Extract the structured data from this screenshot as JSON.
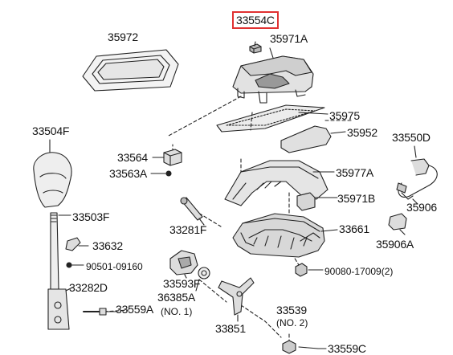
{
  "highlight_color": "#e03131",
  "parts": [
    {
      "id": "p1",
      "label": "33554C",
      "highlighted": true
    },
    {
      "id": "p2",
      "label": "35972"
    },
    {
      "id": "p3",
      "label": "35971A"
    },
    {
      "id": "p4",
      "label": "35975"
    },
    {
      "id": "p5",
      "label": "33504F"
    },
    {
      "id": "p6",
      "label": "35952"
    },
    {
      "id": "p7",
      "label": "33550D"
    },
    {
      "id": "p8",
      "label": "33564"
    },
    {
      "id": "p9",
      "label": "33563A"
    },
    {
      "id": "p10",
      "label": "35977A"
    },
    {
      "id": "p11",
      "label": "35971B"
    },
    {
      "id": "p12",
      "label": "35906"
    },
    {
      "id": "p13",
      "label": "33503F"
    },
    {
      "id": "p14",
      "label": "33281F"
    },
    {
      "id": "p15",
      "label": "33661"
    },
    {
      "id": "p16",
      "label": "35906A"
    },
    {
      "id": "p17",
      "label": "33632"
    },
    {
      "id": "p18",
      "label": "90501-09160"
    },
    {
      "id": "p19",
      "label": "90080-17009(2)"
    },
    {
      "id": "p20",
      "label": "33593F"
    },
    {
      "id": "p21",
      "label": "33282D"
    },
    {
      "id": "p22",
      "label": "36385A"
    },
    {
      "id": "p23",
      "label": "(NO. 1)"
    },
    {
      "id": "p24",
      "label": "33559A"
    },
    {
      "id": "p25",
      "label": "33539"
    },
    {
      "id": "p26",
      "label": "(NO. 2)"
    },
    {
      "id": "p27",
      "label": "33851"
    },
    {
      "id": "p28",
      "label": "33559C"
    }
  ]
}
